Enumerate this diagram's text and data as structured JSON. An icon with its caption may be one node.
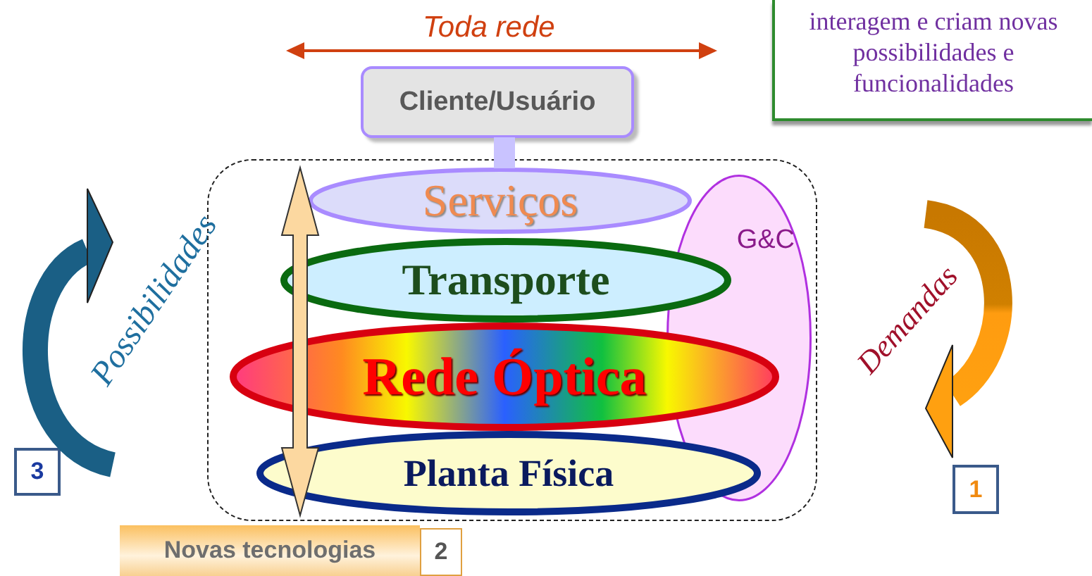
{
  "diagram": {
    "nodes": [
      {
        "text": [
          "Cliente/Usuário"
        ]
      },
      {
        "text": [],
        "shape": "box"
      },
      {
        "text": [
          "Serviços"
        ],
        "in": 1
      },
      {
        "text": [
          "Transporte"
        ],
        "in": 1
      },
      {
        "text": [
          "Rede Óptica"
        ],
        "in": 1
      },
      {
        "text": [
          "Planta Física"
        ],
        "in": 1
      },
      {
        "text": [
          "G&C"
        ],
        "in": 1
      },
      {
        "text": [
          "interagem e criam novas possibilidades e funcionalidades"
        ]
      },
      {
        "text": [
          "3"
        ]
      },
      {
        "text": [
          "1"
        ]
      },
      {
        "text": [
          "Novas tecnologias"
        ]
      },
      {
        "text": [
          "2"
        ]
      }
    ],
    "edges": [
      {
        "from": 0,
        "to": 2,
        "arrow": "none",
        "style": "thick",
        "color": "#c9c3ff"
      },
      {
        "from": 2,
        "to": 5,
        "arrow": "both",
        "style": "thick",
        "color": "#fcd8a0"
      }
    ],
    "labels": [
      "Toda rede",
      "Possibilidades",
      "Demandas"
    ]
  }
}
